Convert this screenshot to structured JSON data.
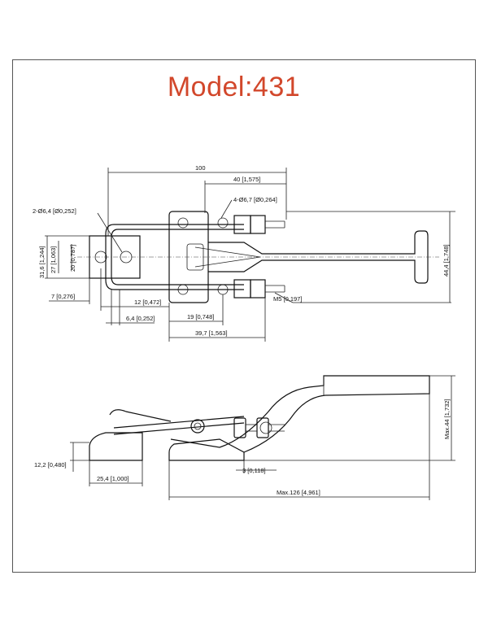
{
  "title": "Model:431",
  "top_view": {
    "dim_100": "100",
    "dim_40": "40 [1,575]",
    "dim_holes4": "4-Ø6,7 [Ø0,264]",
    "dim_holes2": "2-Ø6,4 [Ø0,252]",
    "dim_31_6": "31,6 [1,244]",
    "dim_27": "27 [1,063]",
    "dim_20": "20 [0,787]",
    "dim_7": "7 [0,276]",
    "dim_12": "12 [0,472]",
    "dim_6_4": "6,4 [0,252]",
    "dim_19": "19 [0,748]",
    "dim_39_7": "39,7 [1,563]",
    "dim_m5": "M5 [0,197]",
    "dim_44_4": "44,4 [1,748]"
  },
  "side_view": {
    "dim_12_2": "12,2 [0,480]",
    "dim_25_4": "25,4 [1,000]",
    "dim_3": "3 [0,118]",
    "dim_max126": "Max.126 [4,961]",
    "dim_max44": "Max.44 [1,732]"
  }
}
